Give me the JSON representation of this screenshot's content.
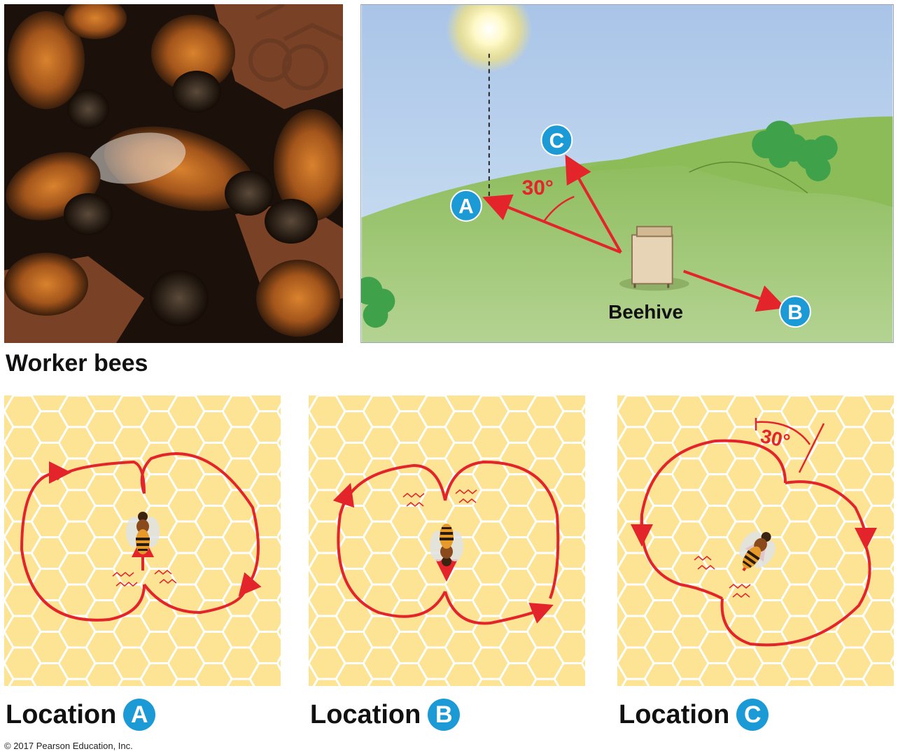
{
  "photo": {
    "caption": "Worker bees"
  },
  "scene": {
    "angle_label": "30°",
    "beehive_label": "Beehive",
    "point_a": "A",
    "point_b": "B",
    "point_c": "C"
  },
  "dances": [
    {
      "caption": "Location",
      "badge": "A"
    },
    {
      "caption": "Location",
      "badge": "B"
    },
    {
      "caption": "Location",
      "badge": "C",
      "angle_label": "30°"
    }
  ],
  "copyright": "© 2017 Pearson Education, Inc.",
  "colors": {
    "arrow": "#e3242b",
    "badge": "#1b9ad6",
    "comb": "#fde394",
    "grass": "#8fbf5a",
    "sky": "#b9d5ef"
  }
}
